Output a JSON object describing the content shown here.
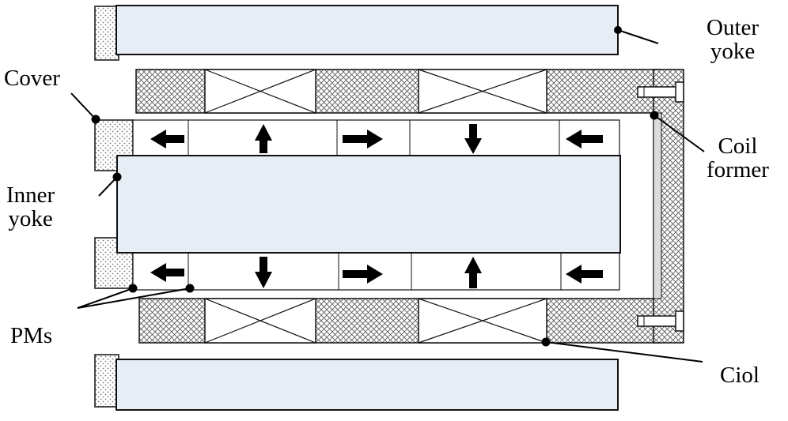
{
  "labels": {
    "outer_yoke": "Outer\nyoke",
    "cover": "Cover",
    "coil_former": "Coil\nformer",
    "inner_yoke": "Inner\nyoke",
    "pms": "PMs",
    "coil": "Ciol"
  },
  "colors": {
    "yoke_fill": "#e6edf5",
    "stroke": "#111111",
    "pm_fill": "#ffffff",
    "former_fill": "#dcdcdc"
  },
  "magnet_arrows": {
    "upper_row": [
      "left",
      "up",
      "right",
      "down",
      "left"
    ],
    "lower_row": [
      "left",
      "down",
      "right",
      "up",
      "left"
    ]
  },
  "icons": [
    "arrow-left-icon",
    "arrow-up-icon",
    "arrow-right-icon",
    "arrow-down-icon",
    "bolt-icon"
  ]
}
